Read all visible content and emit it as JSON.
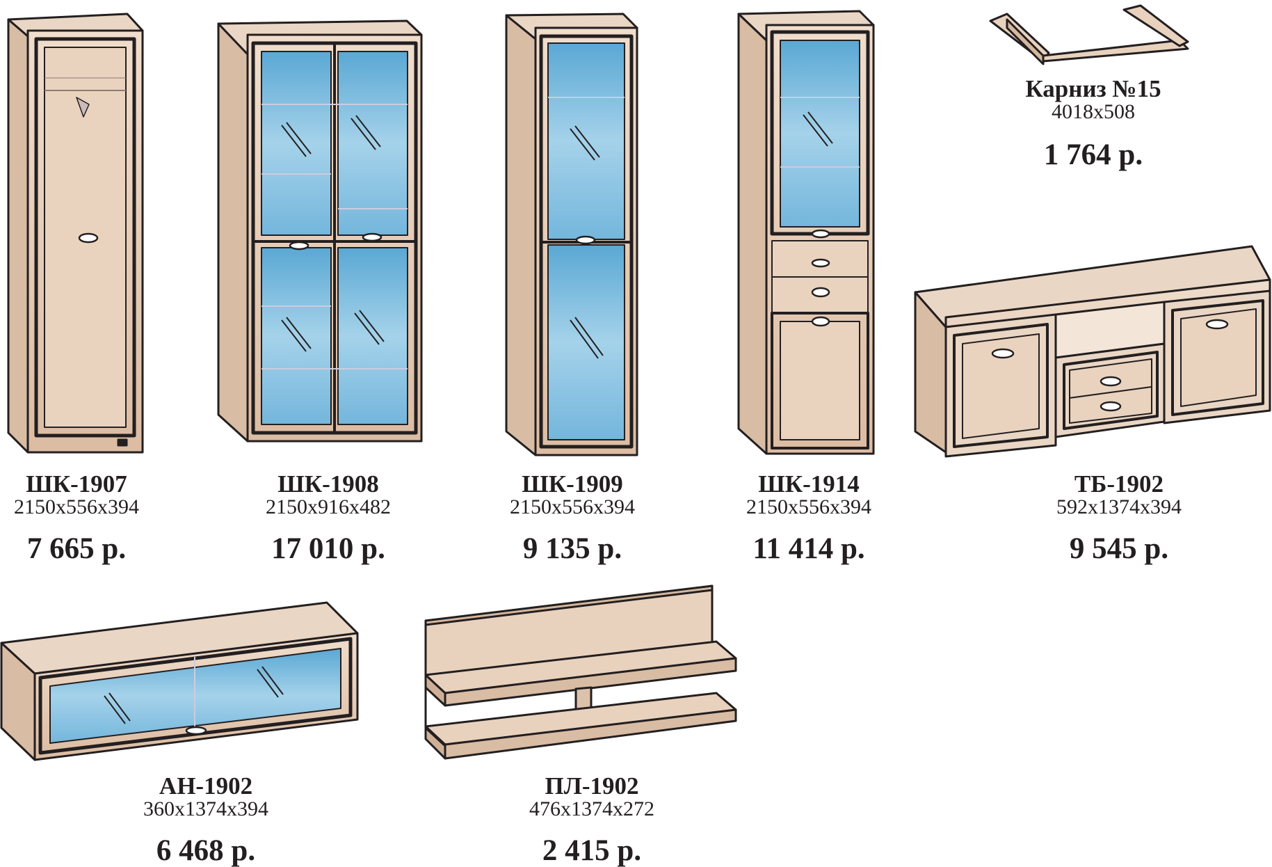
{
  "products": [
    {
      "name": "ШК-1907",
      "dims": "2150x556x394",
      "price": "7 665 р."
    },
    {
      "name": "ШК-1908",
      "dims": "2150x916x482",
      "price": "17 010 р."
    },
    {
      "name": "ШК-1909",
      "dims": "2150x556x394",
      "price": "9 135 р."
    },
    {
      "name": "ШК-1914",
      "dims": "2150x556x394",
      "price": "11 414 р."
    },
    {
      "name": "Карниз №15",
      "dims": "4018x508",
      "price": "1 764 р."
    },
    {
      "name": "ТБ-1902",
      "dims": "592x1374x394",
      "price": "9 545 р."
    },
    {
      "name": "АН-1902",
      "dims": "360x1374x394",
      "price": "6 468 р."
    },
    {
      "name": "ПЛ-1902",
      "dims": "476x1374x272",
      "price": "2 415 р."
    }
  ],
  "colors": {
    "wood": "#e6cdb6",
    "wood_dark": "#d4b298",
    "outline": "#231f20",
    "glass": "#6fb4d8",
    "glass_light": "#b9dcef",
    "text": "#231f20"
  }
}
